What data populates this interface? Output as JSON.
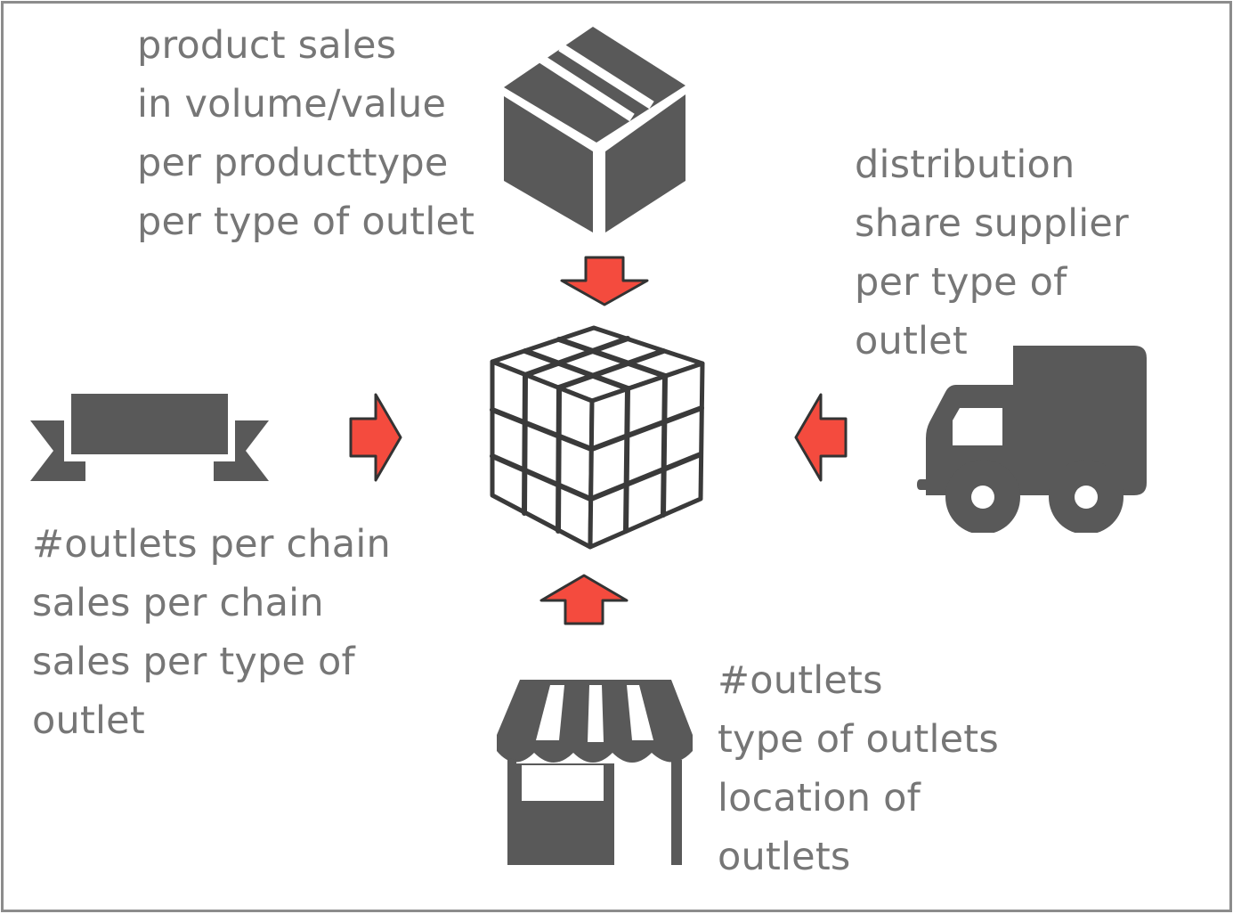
{
  "colors": {
    "icon": "#595959",
    "text": "#767676",
    "arrow_fill": "#f44b3e",
    "arrow_stroke": "#333333",
    "border": "#8c8c8c"
  },
  "top_label": {
    "lines": [
      "product sales",
      "in volume/value",
      "per producttype",
      "per type of outlet"
    ]
  },
  "right_label": {
    "lines": [
      "distribution",
      "share supplier",
      "per type of",
      "outlet"
    ]
  },
  "left_label": {
    "lines": [
      "#outlets per chain",
      "sales per chain",
      "sales per type of",
      "outlet"
    ]
  },
  "bottom_label": {
    "lines": [
      "#outlets",
      "type of outlets",
      "location of",
      "outlets"
    ]
  },
  "icons": {
    "top": "package-box-icon",
    "left": "ribbon-banner-icon",
    "right": "delivery-truck-icon",
    "bottom": "store-awning-icon",
    "center": "data-cube-icon"
  }
}
